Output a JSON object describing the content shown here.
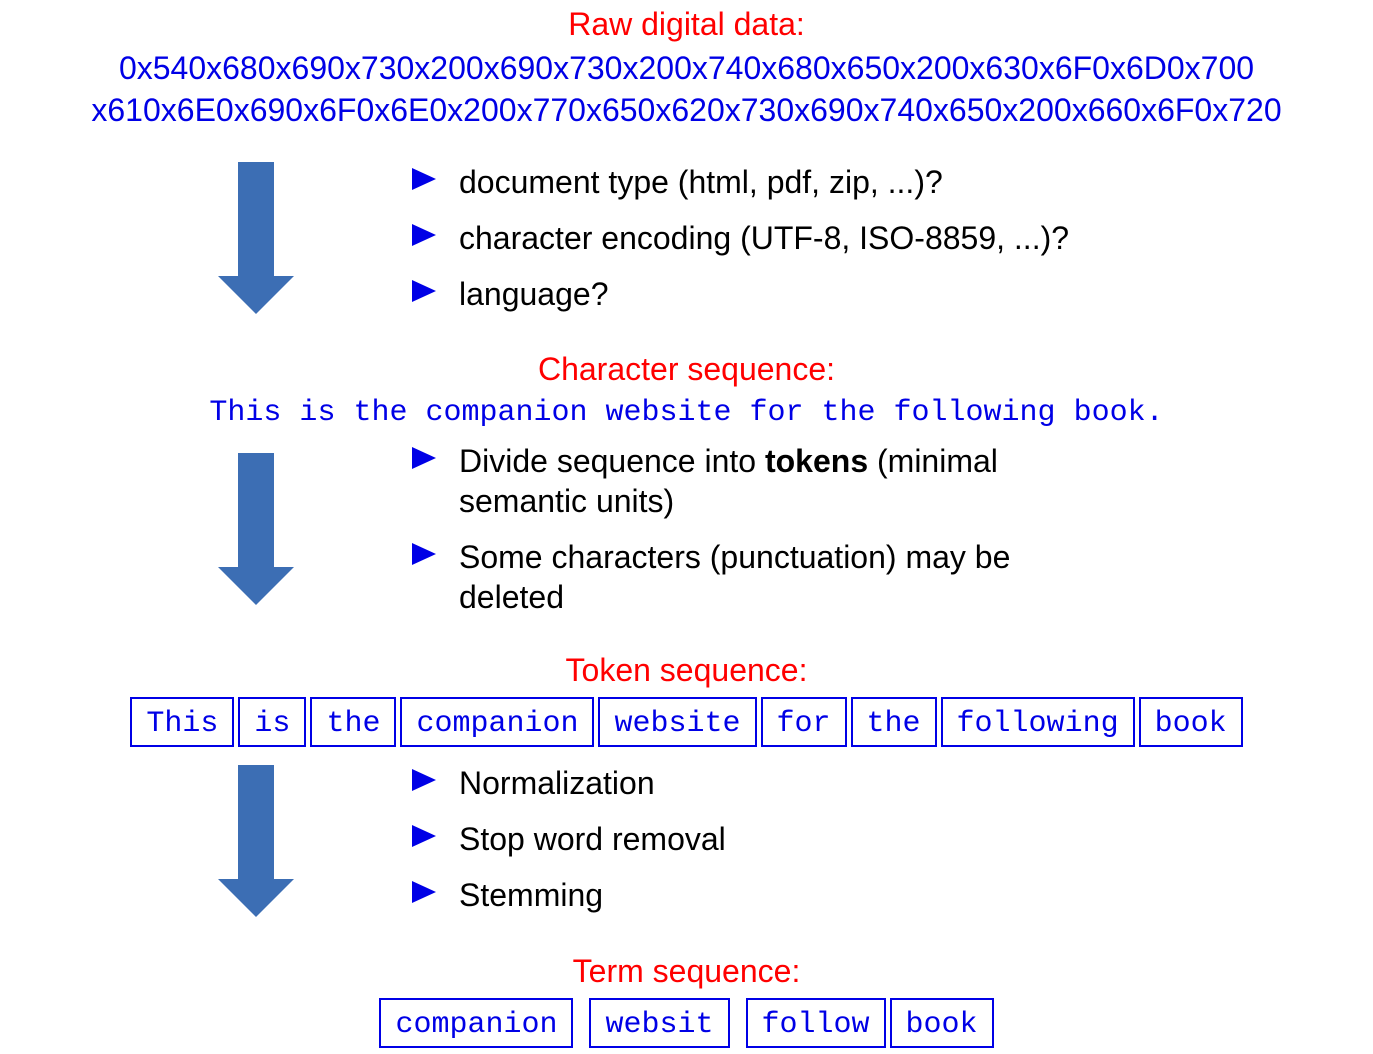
{
  "stages": {
    "raw": {
      "title": "Raw digital data:",
      "hex_lines": [
        "0x540x680x690x730x200x690x730x200x740x680x650x200x630x6F0x6D0x700",
        "x610x6E0x690x6F0x6E0x200x770x650x620x730x690x740x650x200x660x6F0x720"
      ]
    },
    "characters": {
      "title": "Character sequence:",
      "text": "This is the companion website for the following book."
    },
    "tokens": {
      "title": "Token sequence:",
      "items": [
        "This",
        "is",
        "the",
        "companion",
        "website",
        "for",
        "the",
        "following",
        "book"
      ]
    },
    "terms": {
      "title": "Term sequence:",
      "items": [
        "companion",
        "websit",
        "follow",
        "book"
      ]
    }
  },
  "steps": {
    "step1": {
      "bullets": [
        "document type (html, pdf, zip, ...)?",
        "character encoding (UTF-8, ISO-8859, ...)?",
        "language?"
      ]
    },
    "step2": {
      "bullet1_before": "Divide sequence into ",
      "bullet1_bold": "tokens",
      "bullet1_after": " (minimal",
      "bullet1_line2": "semantic units)",
      "bullet2_line1": "Some characters (punctuation) may be",
      "bullet2_line2": "deleted"
    },
    "step3": {
      "bullets": [
        "Normalization",
        "Stop word removal",
        "Stemming"
      ]
    }
  },
  "colors": {
    "heading": "#ff0000",
    "data_text": "#0000e6",
    "arrow": "#3c6eb4",
    "bullet_marker": "#0000e6"
  },
  "icons": {
    "flow_arrow": "down-arrow-icon",
    "bullet": "triangle-bullet-icon"
  }
}
